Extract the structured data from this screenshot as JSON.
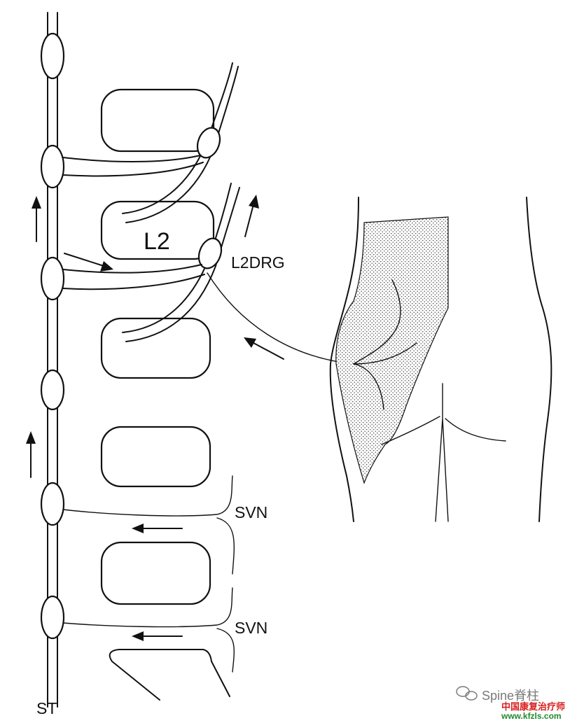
{
  "labels": {
    "vertebra": "L2",
    "drg": "L2DRG",
    "svn_upper": "SVN",
    "svn_lower": "SVN",
    "trunk": "ST"
  },
  "watermark": {
    "brand": "Spine脊柱",
    "site_cn": "中国康复治疗师",
    "site_url": "www.kfzls.com"
  },
  "colors": {
    "line": "#111111",
    "watermark_red": "#d81e1e",
    "watermark_green": "#1f8a2c"
  }
}
